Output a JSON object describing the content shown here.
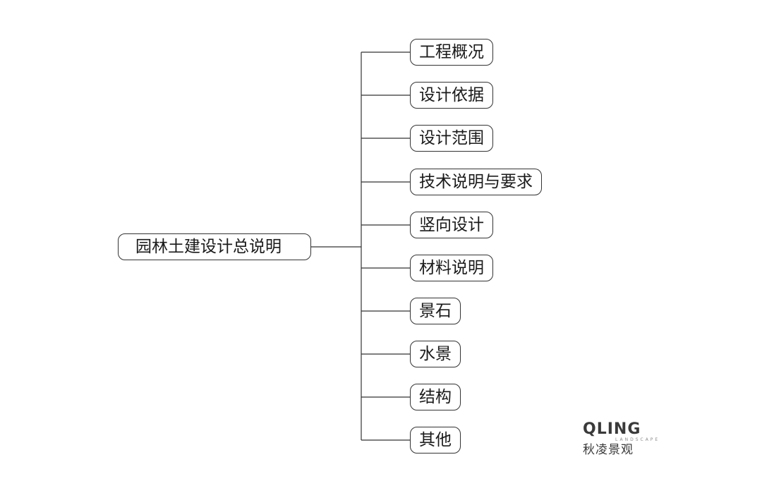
{
  "diagram": {
    "root": {
      "label": "园林土建设计总说明"
    },
    "children": [
      {
        "label": "工程概况"
      },
      {
        "label": "设计依据"
      },
      {
        "label": "设计范围"
      },
      {
        "label": "技术说明与要求"
      },
      {
        "label": "竖向设计"
      },
      {
        "label": "材料说明"
      },
      {
        "label": "景石"
      },
      {
        "label": "水景"
      },
      {
        "label": "结构"
      },
      {
        "label": "其他"
      }
    ],
    "line_color": "#333333"
  },
  "logo": {
    "mark": "QLING",
    "sub": "LANDSCAPE",
    "cn": "秋凌景观"
  }
}
